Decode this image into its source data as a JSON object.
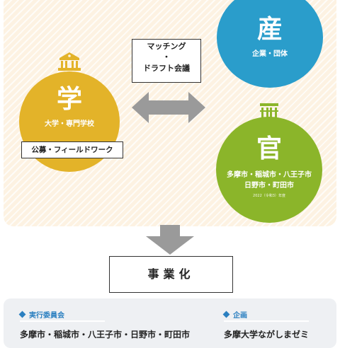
{
  "nodes": {
    "gaku": {
      "char": "学",
      "label": "大学・専門学校"
    },
    "san": {
      "char": "産",
      "label": "企業・団体"
    },
    "kan": {
      "char": "官",
      "label_line1": "多摩市・稲城市・八王子市",
      "label_line2": "日野市・町田市",
      "note": "2022（令和3）年度"
    }
  },
  "matching": {
    "line1": "マッチング",
    "line2": "・",
    "line3": "ドラフト会議"
  },
  "koubo": "公募・フィールドワーク",
  "result": "事業化",
  "committee": {
    "heading": "実行委員会",
    "body": "多摩市・稲城市・八王子市・日野市・町田市"
  },
  "planning": {
    "heading": "企画",
    "body": "多摩大学ながしまゼミ"
  },
  "colors": {
    "gaku": "#e3b329",
    "san": "#2a9dcb",
    "kan": "#8bb52a",
    "arrow": "#9a9a9a",
    "accent": "#2a7fc0"
  }
}
